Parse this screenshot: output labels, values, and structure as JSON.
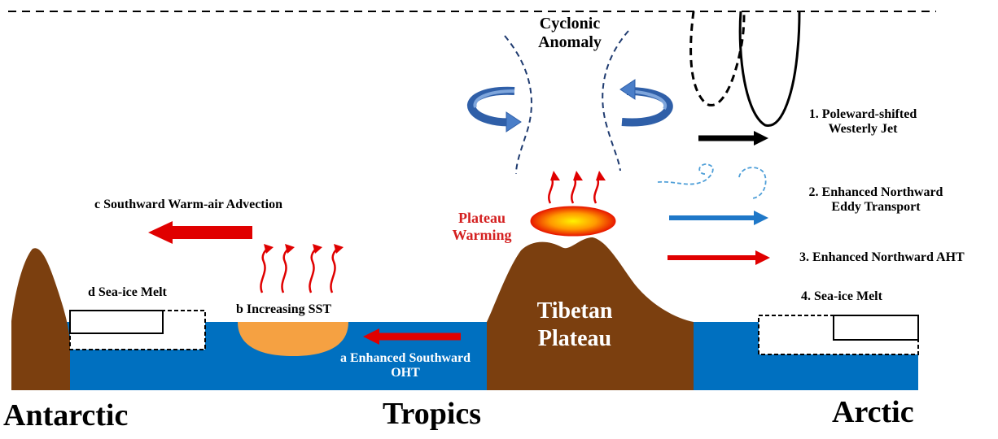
{
  "labels": {
    "cyclonic_line1": "Cyclonic",
    "cyclonic_line2": "Anomaly",
    "jet_line1": "1. Poleward-shifted",
    "jet_line2": "Westerly Jet",
    "eddy_line1": "2. Enhanced Northward",
    "eddy_line2": "Eddy Transport",
    "aht": "3. Enhanced Northward AHT",
    "seaice_arctic": "4. Sea-ice Melt",
    "advection": "c Southward Warm-air Advection",
    "plateau_warming_line1": "Plateau",
    "plateau_warming_line2": "Warming",
    "seaice_antarctic": "d Sea-ice Melt",
    "sst": "b Increasing SST",
    "oht_line1": "a  Enhanced Southward",
    "oht_line2": "OHT",
    "tibetan_line1": "Tibetan",
    "tibetan_line2": "Plateau",
    "antarctic": "Antarctic",
    "tropics": "Tropics",
    "arctic": "Arctic"
  },
  "colors": {
    "ocean": "#0070c0",
    "mountain": "#7b3f0f",
    "red_arrow": "#e00000",
    "eddy_arrow": "#1f78c8",
    "swirl": "#4f9fd8",
    "sst_patch": "#f5a142",
    "rotation_arrow": "#4a7ec8",
    "plateau_red": "#d42020",
    "dashed_line": "#1f3b70"
  }
}
